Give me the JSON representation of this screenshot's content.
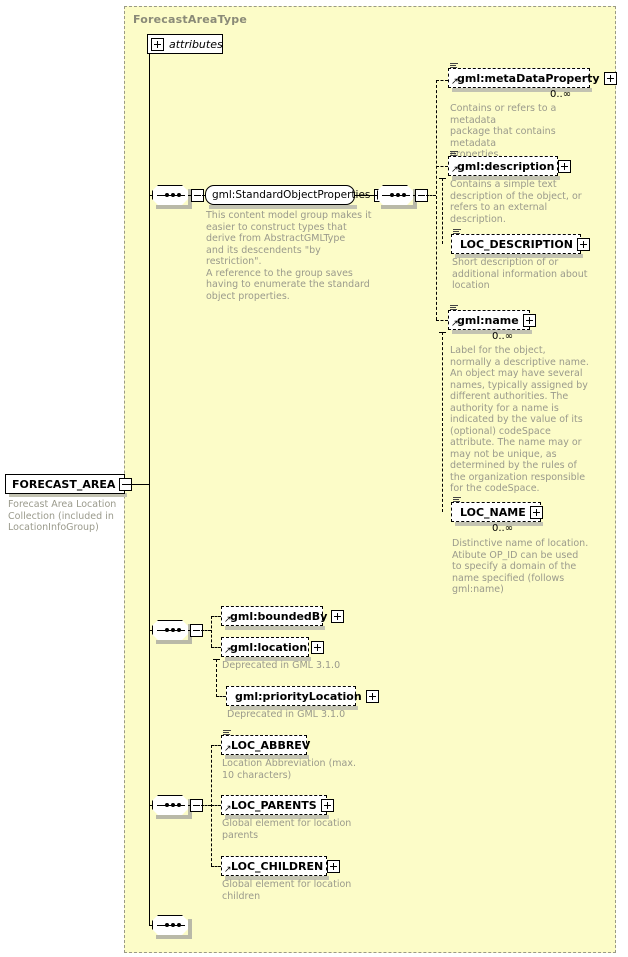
{
  "diagram": {
    "kind": "xml-schema-element-diagram",
    "type_panel_title": "ForecastAreaType",
    "root_element": {
      "name": "FORECAST_AREA",
      "expander": "minus",
      "annotation": "Forecast Area Location\nCollection (included in\nLocationInfoGroup)"
    },
    "attributes_node": {
      "label": "attributes",
      "expander": "plus"
    },
    "groups": {
      "standard_object_properties": {
        "label": "gml:StandardObjectProperties",
        "expander": "minus",
        "annotation": "This content model group makes it\neasier to construct types that\n     derive from AbstractGMLType\nand its descendents \"by restriction\".\n     A reference to the group saves\nhaving to enumerate the standard\nobject properties."
      }
    },
    "elements": [
      {
        "id": "metaDataProperty",
        "label": "gml:metaDataProperty",
        "expander": "plus",
        "cardinality": "0..∞",
        "annotation": "Contains or refers to a metadata\npackage that contains metadata\nproperties."
      },
      {
        "id": "description",
        "label": "gml:description",
        "expander": "plus",
        "cardinality": "",
        "annotation": "Contains a simple text\ndescription of the object, or\nrefers to an external\ndescription."
      },
      {
        "id": "loc_description",
        "label": "LOC_DESCRIPTION",
        "expander": "plus",
        "cardinality": "",
        "annotation": "Short description of or\nadditional information about\nlocation"
      },
      {
        "id": "name",
        "label": "gml:name",
        "expander": "plus",
        "cardinality": "0..∞",
        "annotation": "Label for the object,\nnormally a descriptive name.\nAn object may have several\nnames, typically assigned by\ndifferent authorities.  The\nauthority for a name is\nindicated by the value of its\n(optional) codeSpace\nattribute.  The name may or\nmay not be unique, as\ndetermined by the rules of\nthe organization responsible\nfor the codeSpace."
      },
      {
        "id": "loc_name",
        "label": "LOC_NAME",
        "expander": "plus",
        "cardinality": "0..∞",
        "annotation": "Distinctive name of location.\nAtibute OP_ID can be used\nto specify a domain of the\nname specified (follows\ngml:name)"
      },
      {
        "id": "boundedBy",
        "label": "gml:boundedBy",
        "expander": "plus",
        "cardinality": "",
        "annotation": ""
      },
      {
        "id": "location",
        "label": "gml:location",
        "expander": "plus",
        "cardinality": "",
        "annotation": "Deprecated in GML 3.1.0"
      },
      {
        "id": "priorityLocation",
        "label": "gml:priorityLocation",
        "expander": "plus",
        "cardinality": "",
        "annotation": "Deprecated in GML 3.1.0"
      },
      {
        "id": "loc_abbrev",
        "label": "LOC_ABBREV",
        "expander": "none",
        "cardinality": "",
        "annotation": "Location Abbreviation (max.\n10 characters)"
      },
      {
        "id": "loc_parents",
        "label": "LOC_PARENTS",
        "expander": "plus",
        "cardinality": "",
        "annotation": "Global element for location\nparents"
      },
      {
        "id": "loc_children",
        "label": "LOC_CHILDREN",
        "expander": "plus",
        "cardinality": "",
        "annotation": "Global element for location\nchildren"
      }
    ],
    "colors": {
      "panel_fill": "#fcfcc8",
      "panel_border": "#9a9a86",
      "box_fill": "#ffffff",
      "box_border": "#000000",
      "annotation_text": "#9a9a8c",
      "title_text": "#8a8a78",
      "shadow": "#b9b9a8"
    }
  }
}
